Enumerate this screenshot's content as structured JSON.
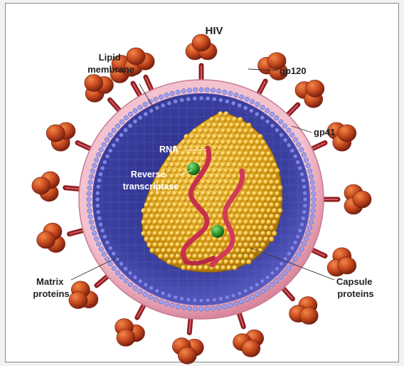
{
  "title": "HIV",
  "labels": {
    "lipid_membrane": [
      "Lipid",
      "membrane"
    ],
    "gp120": "gp120",
    "gp41": "gp41",
    "rna": "RNA",
    "reverse_transcriptase": [
      "Reverse",
      "transcriptase"
    ],
    "matrix_proteins": [
      "Matrix",
      "proteins"
    ],
    "capsule_proteins": [
      "Capsule",
      "proteins"
    ]
  },
  "colors": {
    "envelope": "#e9a6b8",
    "matrix": "#4b4fb0",
    "matrix_bead": "#8f93e8",
    "capsid": "#d6a21b",
    "capsid_bead": "#f3c64a",
    "rna": "#c6304f",
    "enzyme": "#2f8f2f",
    "glycoprotein": "#c1441d",
    "stalk": "#8b1f1f"
  }
}
